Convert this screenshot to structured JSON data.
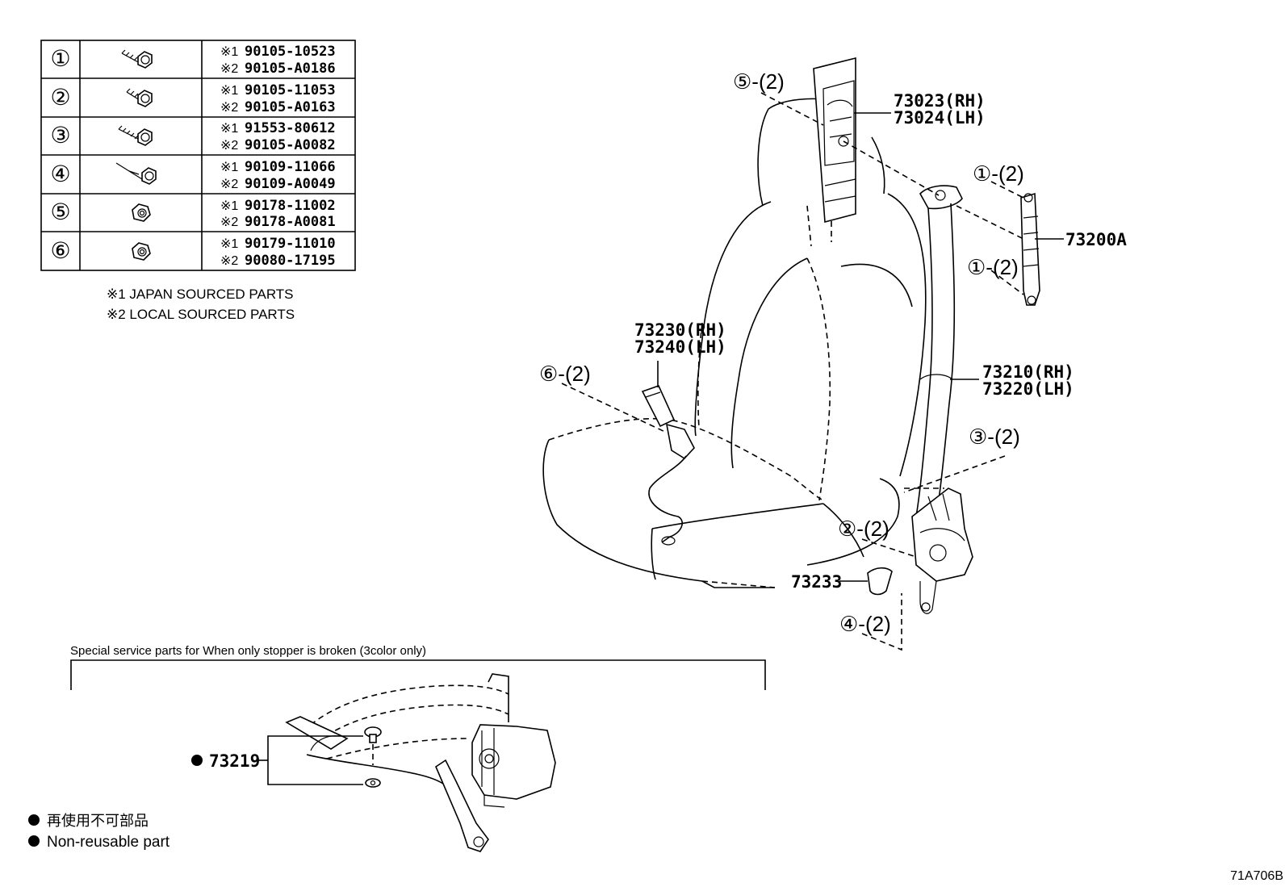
{
  "fastener_table": {
    "rows": [
      {
        "num": "①",
        "icon": "bolt-icon",
        "p1_mark": "※1",
        "p1": "90105-10523",
        "p2_mark": "※2",
        "p2": "90105-A0186"
      },
      {
        "num": "②",
        "icon": "bolt-icon",
        "p1_mark": "※1",
        "p1": "90105-11053",
        "p2_mark": "※2",
        "p2": "90105-A0163"
      },
      {
        "num": "③",
        "icon": "bolt-icon",
        "p1_mark": "※1",
        "p1": "91553-80612",
        "p2_mark": "※2",
        "p2": "90105-A0082"
      },
      {
        "num": "④",
        "icon": "bolt-icon",
        "p1_mark": "※1",
        "p1": "90109-11066",
        "p2_mark": "※2",
        "p2": "90109-A0049"
      },
      {
        "num": "⑤",
        "icon": "nut-icon",
        "p1_mark": "※1",
        "p1": "90178-11002",
        "p2_mark": "※2",
        "p2": "90178-A0081"
      },
      {
        "num": "⑥",
        "icon": "nut-icon",
        "p1_mark": "※1",
        "p1": "90179-11010",
        "p2_mark": "※2",
        "p2": "90080-17195"
      }
    ]
  },
  "notes": {
    "japan": "※1  JAPAN SOURCED PARTS",
    "local": "※2  LOCAL SOURCED PARTS"
  },
  "callouts": {
    "c5": "⑤-(2)",
    "c1a": "①-(2)",
    "c1b": "①-(2)",
    "c6": "⑥-(2)",
    "c3": "③-(2)",
    "c2": "②-(2)",
    "c4": "④-(2)"
  },
  "parts": {
    "p73023": "73023(RH)",
    "p73024": "73024(LH)",
    "p73200A": "73200A",
    "p73230": "73230(RH)",
    "p73240": "73240(LH)",
    "p73210": "73210(RH)",
    "p73220": "73220(LH)",
    "p73233": "73233",
    "p73219": "73219"
  },
  "special": {
    "title": "Special service parts for When only stopper is broken (3color only)"
  },
  "legend": {
    "jp": "再使用不可部品",
    "en": "Non-reusable part"
  },
  "drawing_id": "71A706B"
}
